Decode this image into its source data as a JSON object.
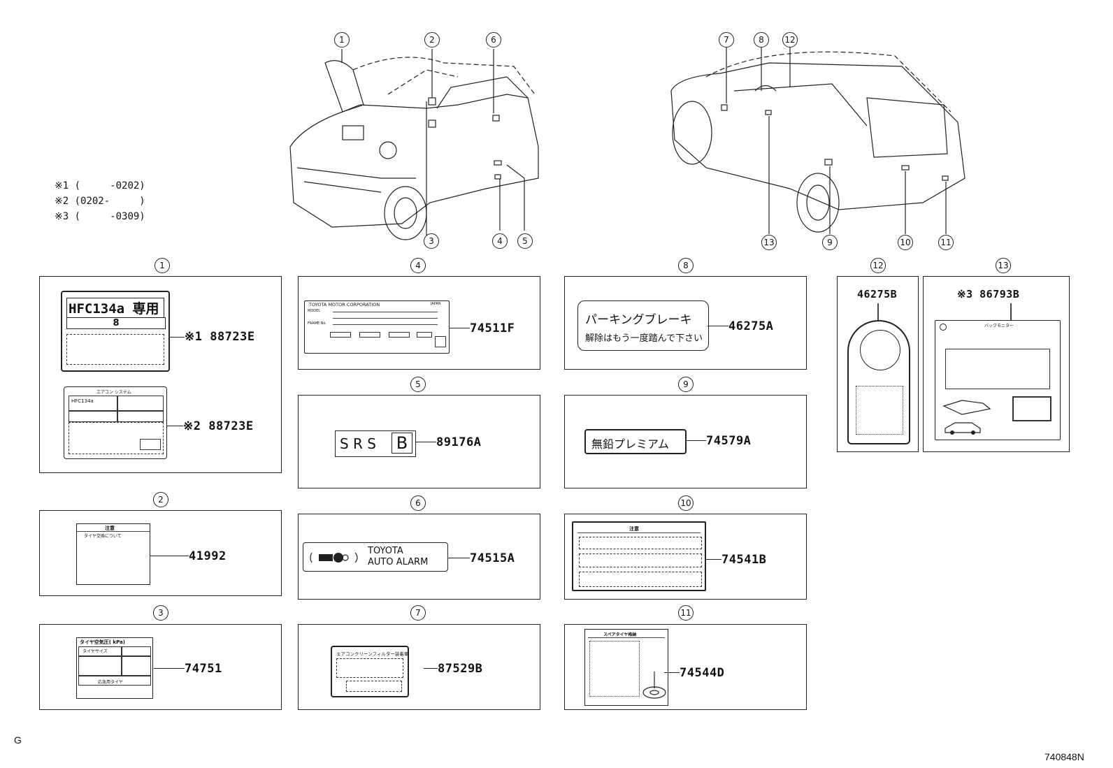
{
  "notes": [
    "※1 (     -0202)",
    "※2 (0202-     )",
    "※3 (     -0309)"
  ],
  "callouts": [
    "1",
    "2",
    "3",
    "4",
    "5",
    "6",
    "7",
    "8",
    "9",
    "10",
    "11",
    "12",
    "13"
  ],
  "parts": {
    "p1a": "※1 88723E",
    "p1b": "※2 88723E",
    "p2": "41992",
    "p3": "74751",
    "p4": "74511F",
    "p5": "89176A",
    "p6": "74515A",
    "p7": "87529B",
    "p8": "46275A",
    "p9": "74579A",
    "p10": "74541B",
    "p11": "74544D",
    "p12": "46275B",
    "p13": "※3 86793B"
  },
  "labels": {
    "hfc": "HFC134a 専用",
    "hfc_sub": "8",
    "hfc_small": "HFC134a",
    "aircon_sys": "エアコン システム",
    "caution": "注意",
    "tire_change": "タイヤ交換について",
    "tire_pressure": "タイヤ空気圧(   kPa)",
    "tire_size": "タイヤサイズ",
    "spare": "応急用タイヤ",
    "toyota_corp": "TOYOTA MOTOR CORPORATION",
    "japan": "JAPAN",
    "model": "MODEL",
    "frame": "FRAME No.",
    "srs": "S R S",
    "srs_b": "B",
    "alarm_1": "TOYOTA",
    "alarm_2": "AUTO ALARM",
    "aircon_filter": "エアコンクリーンフィルター装着車",
    "parking_1": "パーキングブレーキ",
    "parking_2": "解除はもう一度踏んで下さい",
    "premium": "無鉛プレミアム",
    "spare_tire_stow": "スペアタイヤ格納",
    "back_monitor": "バックモニター"
  },
  "footer": {
    "left": "G",
    "right": "740848N"
  }
}
